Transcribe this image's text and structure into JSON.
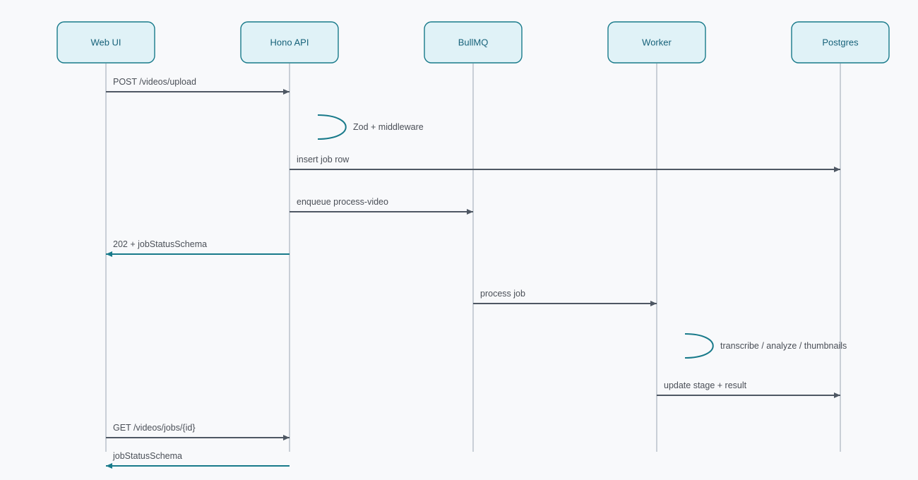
{
  "participants": [
    {
      "id": "webui",
      "label": "Web UI"
    },
    {
      "id": "hono",
      "label": "Hono API"
    },
    {
      "id": "bullmq",
      "label": "BullMQ"
    },
    {
      "id": "worker",
      "label": "Worker"
    },
    {
      "id": "postgres",
      "label": "Postgres"
    }
  ],
  "messages": [
    {
      "from": "webui",
      "to": "hono",
      "label": "POST /videos/upload",
      "kind": "call"
    },
    {
      "from": "hono",
      "to": "hono",
      "label": "Zod + middleware",
      "kind": "self"
    },
    {
      "from": "hono",
      "to": "postgres",
      "label": "insert job row",
      "kind": "call"
    },
    {
      "from": "hono",
      "to": "bullmq",
      "label": "enqueue process-video",
      "kind": "call"
    },
    {
      "from": "hono",
      "to": "webui",
      "label": "202 + jobStatusSchema",
      "kind": "return"
    },
    {
      "from": "bullmq",
      "to": "worker",
      "label": "process job",
      "kind": "call"
    },
    {
      "from": "worker",
      "to": "worker",
      "label": "transcribe / analyze / thumbnails",
      "kind": "self"
    },
    {
      "from": "worker",
      "to": "postgres",
      "label": "update stage + result",
      "kind": "call"
    },
    {
      "from": "webui",
      "to": "hono",
      "label": "GET /videos/jobs/{id}",
      "kind": "call"
    },
    {
      "from": "hono",
      "to": "webui",
      "label": "jobStatusSchema",
      "kind": "return"
    }
  ],
  "colors": {
    "call": "#4f5864",
    "return": "#187a8a",
    "self": "#187a8a"
  }
}
